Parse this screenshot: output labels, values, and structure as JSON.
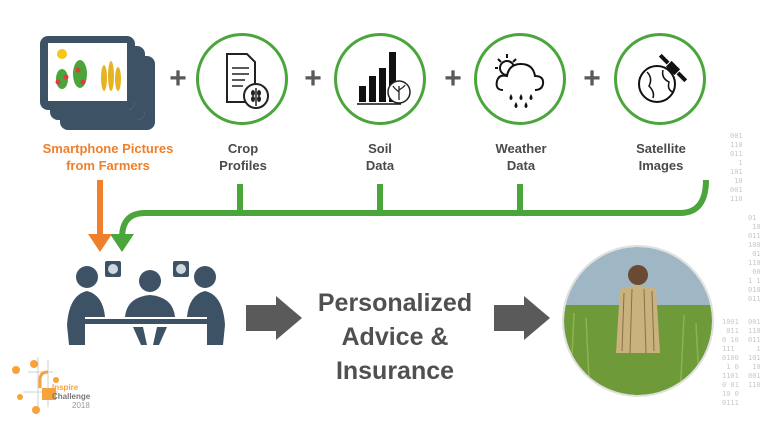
{
  "inputs": [
    {
      "label_line1": "Smartphone Pictures",
      "label_line2": "from Farmers",
      "icon": "smartphone-pictures-icon"
    },
    {
      "label_line1": "Crop",
      "label_line2": "Profiles",
      "icon": "document-wheat-icon"
    },
    {
      "label_line1": "Soil",
      "label_line2": "Data",
      "icon": "bar-chart-plant-icon"
    },
    {
      "label_line1": "Weather",
      "label_line2": "Data",
      "icon": "cloud-rain-sun-icon"
    },
    {
      "label_line1": "Satellite",
      "label_line2": "Images",
      "icon": "globe-satellite-icon"
    }
  ],
  "plus_sign": "+",
  "headline": {
    "line1": "Personalized",
    "line2": "Advice &",
    "line3": "Insurance"
  },
  "logo": {
    "line1": "Inspire",
    "line2": "Challenge",
    "line3": "2018"
  },
  "colors": {
    "green": "#4aa53a",
    "orange": "#f07f2c",
    "navy": "#3e5266",
    "grey": "#5a5a5a"
  },
  "binary_rain": [
    "001\n110\n011\n  1\n101\n 10\n001\n110",
    "01 \n 10\n011\n100\n 01\n110\n 00\n1 1\n010\n011",
    "1001\n 011\n0 10\n111 \n0100\n 1 0\n1101\n0 01\n10 0\n0111"
  ]
}
